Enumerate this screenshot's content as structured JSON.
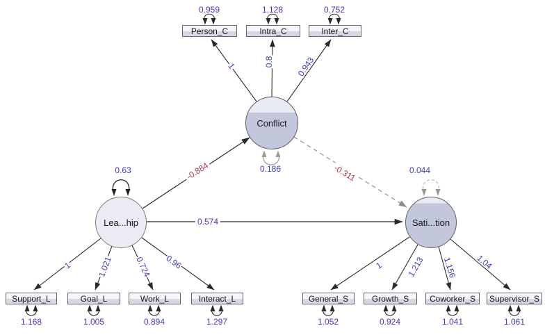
{
  "model": {
    "latents": {
      "conflict": {
        "label": "Conflict",
        "variance": "0.186"
      },
      "leadership": {
        "label": "Lea...hip",
        "variance": "0.63"
      },
      "satisfaction": {
        "label": "Sati...tion",
        "variance": "0.044"
      }
    },
    "indicators": {
      "person_c": {
        "label": "Person_C",
        "loading": "1",
        "variance": "0.959"
      },
      "intra_c": {
        "label": "Intra_C",
        "loading": "0.8",
        "variance": "1.128"
      },
      "inter_c": {
        "label": "Inter_C",
        "loading": "0.943",
        "variance": "0.752"
      },
      "support_l": {
        "label": "Support_L",
        "loading": "1",
        "variance": "1.168"
      },
      "goal_l": {
        "label": "Goal_L",
        "loading": "1.021",
        "variance": "1.005"
      },
      "work_l": {
        "label": "Work_L",
        "loading": "0.724",
        "variance": "0.894"
      },
      "interact_l": {
        "label": "Interact_L",
        "loading": "0.96",
        "variance": "1.297"
      },
      "general_s": {
        "label": "General_S",
        "loading": "1",
        "variance": "1.052"
      },
      "growth_s": {
        "label": "Growth_S",
        "loading": "1.213",
        "variance": "0.924"
      },
      "coworker_s": {
        "label": "Coworker_S",
        "loading": "1.156",
        "variance": "1.041"
      },
      "supervisor_s": {
        "label": "Supervisor_S",
        "loading": "1.04",
        "variance": "1.061"
      }
    },
    "paths": {
      "leadership_conflict": {
        "label": "-0.884"
      },
      "leadership_satisfaction": {
        "label": "0.574"
      },
      "conflict_satisfaction": {
        "label": "-0.311"
      }
    },
    "colors": {
      "value_blue": "#3c3cc0",
      "negative_red": "#b23a4a",
      "line_black": "#2a2a2a",
      "line_gray": "#8f8f8f",
      "node_fill_dark": "#c2c7db",
      "node_fill_light": "#ebecf3"
    }
  }
}
